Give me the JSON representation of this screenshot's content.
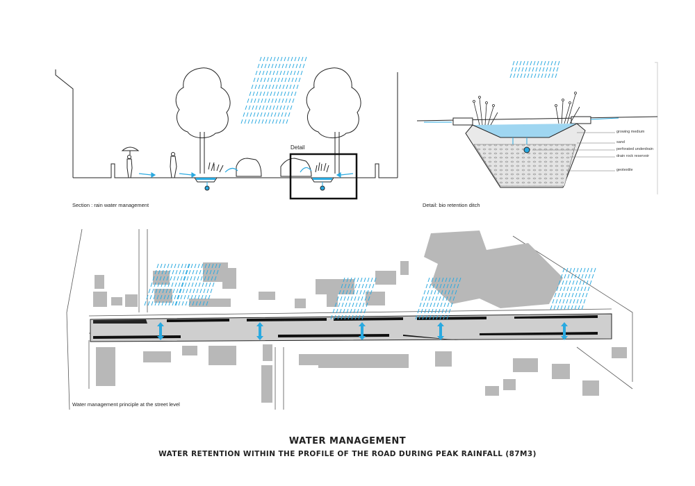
{
  "section": {
    "caption": "Section : rain water management",
    "detail_label": "Detail"
  },
  "detail": {
    "caption": "Detail: bio retention ditch",
    "layers": [
      "growing medium",
      "sand",
      "perforated underdrain",
      "drain rock reservoir",
      "geotextile"
    ]
  },
  "plan": {
    "caption": "Water management principle at the street level"
  },
  "footer": {
    "title": "WATER MANAGEMENT",
    "subtitle": "WATER RETENTION WITHIN THE PROFILE OF THE ROAD DURING PEAK RAINFALL (87M3)"
  },
  "colors": {
    "water": "#29a9e0",
    "line": "#1a1a1a",
    "building": "#b8b8b8",
    "street": "#cfcfcf"
  }
}
